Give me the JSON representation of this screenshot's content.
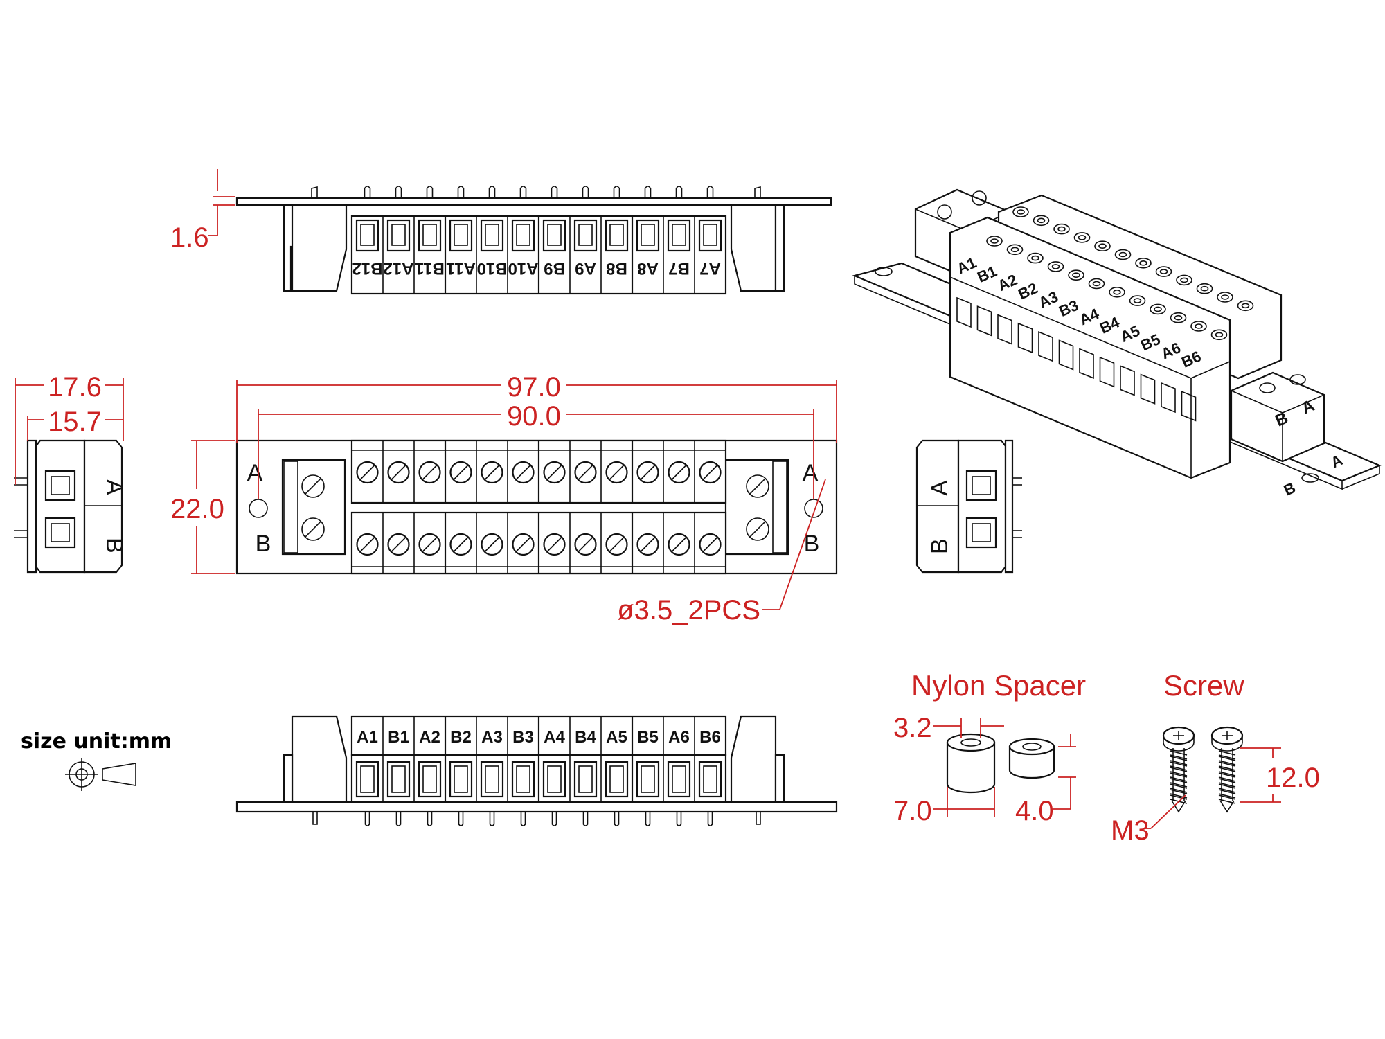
{
  "dimensions": {
    "pcb_thickness": "1.6",
    "overall_length": "97.0",
    "hole_spacing": "90.0",
    "width": "22.0",
    "side_depth_outer": "17.6",
    "side_depth_inner": "15.7",
    "mount_hole": "ø3.5_2PCS"
  },
  "terminals": {
    "top_row": [
      "B12",
      "A12",
      "B11",
      "A11",
      "B10",
      "A10",
      "B9",
      "A9",
      "B8",
      "A8",
      "B7",
      "A7"
    ],
    "bottom_row": [
      "A1",
      "B1",
      "A2",
      "B2",
      "A3",
      "B3",
      "A4",
      "B4",
      "A5",
      "B5",
      "A6",
      "B6"
    ]
  },
  "side_terminals": {
    "a": "A",
    "b": "B"
  },
  "size_unit": "size unit:mm",
  "accessories": {
    "spacer_title": "Nylon  Spacer",
    "spacer_inner": "3.2",
    "spacer_outer": "7.0",
    "spacer_height": "4.0",
    "screw_title": "Screw",
    "screw_thread": "M3",
    "screw_length": "12.0"
  },
  "colors": {
    "line": "#111111",
    "dimension": "#cc2222",
    "background": "#ffffff"
  }
}
